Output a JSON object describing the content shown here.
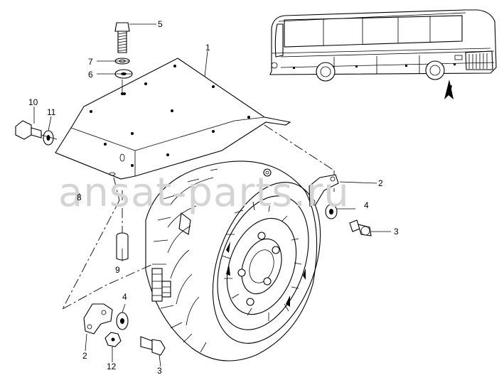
{
  "watermark": "ansat-parts.ru",
  "callouts": {
    "c1": "1",
    "c2_top": "2",
    "c2_bottom": "2",
    "c3_top": "3",
    "c3_bottom": "3",
    "c4_top": "4",
    "c4_bottom": "4",
    "c5": "5",
    "c6": "6",
    "c7": "7",
    "c8": "8",
    "c9": "9",
    "c10": "10",
    "c11": "11",
    "c12": "12"
  }
}
